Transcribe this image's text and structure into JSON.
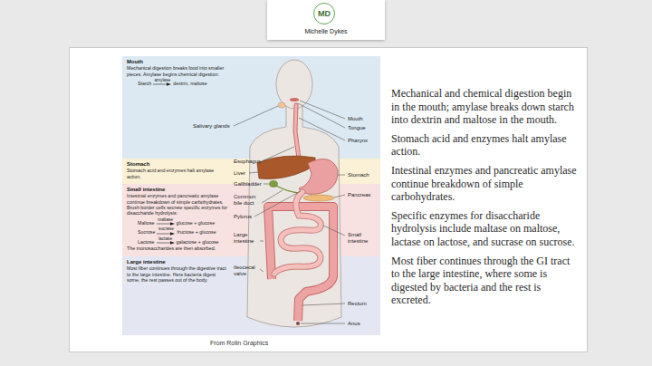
{
  "diagram": {
    "nodes": [
      {
        "text": [
          "Michelle Dykes"
        ]
      },
      {
        "text": [
          "MD"
        ],
        "in": 0
      },
      {
        "text": [
          "Mouth",
          "Mechanical digestion breaks food into smaller pieces. Amylase begins chemical digestion:",
          "Starch",
          "amylase",
          "dextrin, maltose"
        ]
      },
      {
        "text": [
          "Stomach",
          "Stomach acid and enzymes halt amylase action."
        ]
      },
      {
        "text": [
          "Small intestine",
          "Intestinal enzymes and pancreatic amylase continue breakdown of simple carbohydrates. Brush border cells secrete specific enzymes for disaccharide hydrolysis:",
          "maltase",
          "Maltose",
          "glucose + glucose",
          "sucrase",
          "Sucrose",
          "fructose + glucose",
          "lactase",
          "Lactose",
          "galactose + glucose",
          "The monosaccharides are then absorbed."
        ]
      },
      {
        "text": [
          "Large intestine",
          "Most fiber continues through the digestive tract to the large intestine. Here bacteria digest some, the rest passes out of the body."
        ]
      }
    ],
    "labels": [
      "Salivary glands",
      "Mouth",
      "Tongue",
      "Pharynx",
      "Esophagus",
      "Liver",
      "Gallbladder",
      "Stomach",
      "Pancreas",
      "Common bile duct",
      "Pylorus",
      "Large intestine",
      "Small intestine",
      "Ileocecal valve",
      "Rectum",
      "Anus",
      "From Rolin Graphics",
      "Mechanical and chemical digestion begin in the mouth; amylase breaks down starch into dextrin and maltose in the mouth.",
      "Stomach acid and enzymes halt amylase action.",
      "Intestinal enzymes and pancreatic amylase continue breakdown of simple carbohydrates.",
      "Specific enzymes for disaccharide hydrolysis include maltase on maltose, lactase on lactose, and sucrase on sucrose.",
      "Most fiber continues through the GI tract to the large intestine, where some is digested by bacteria and the rest is excreted."
    ]
  }
}
